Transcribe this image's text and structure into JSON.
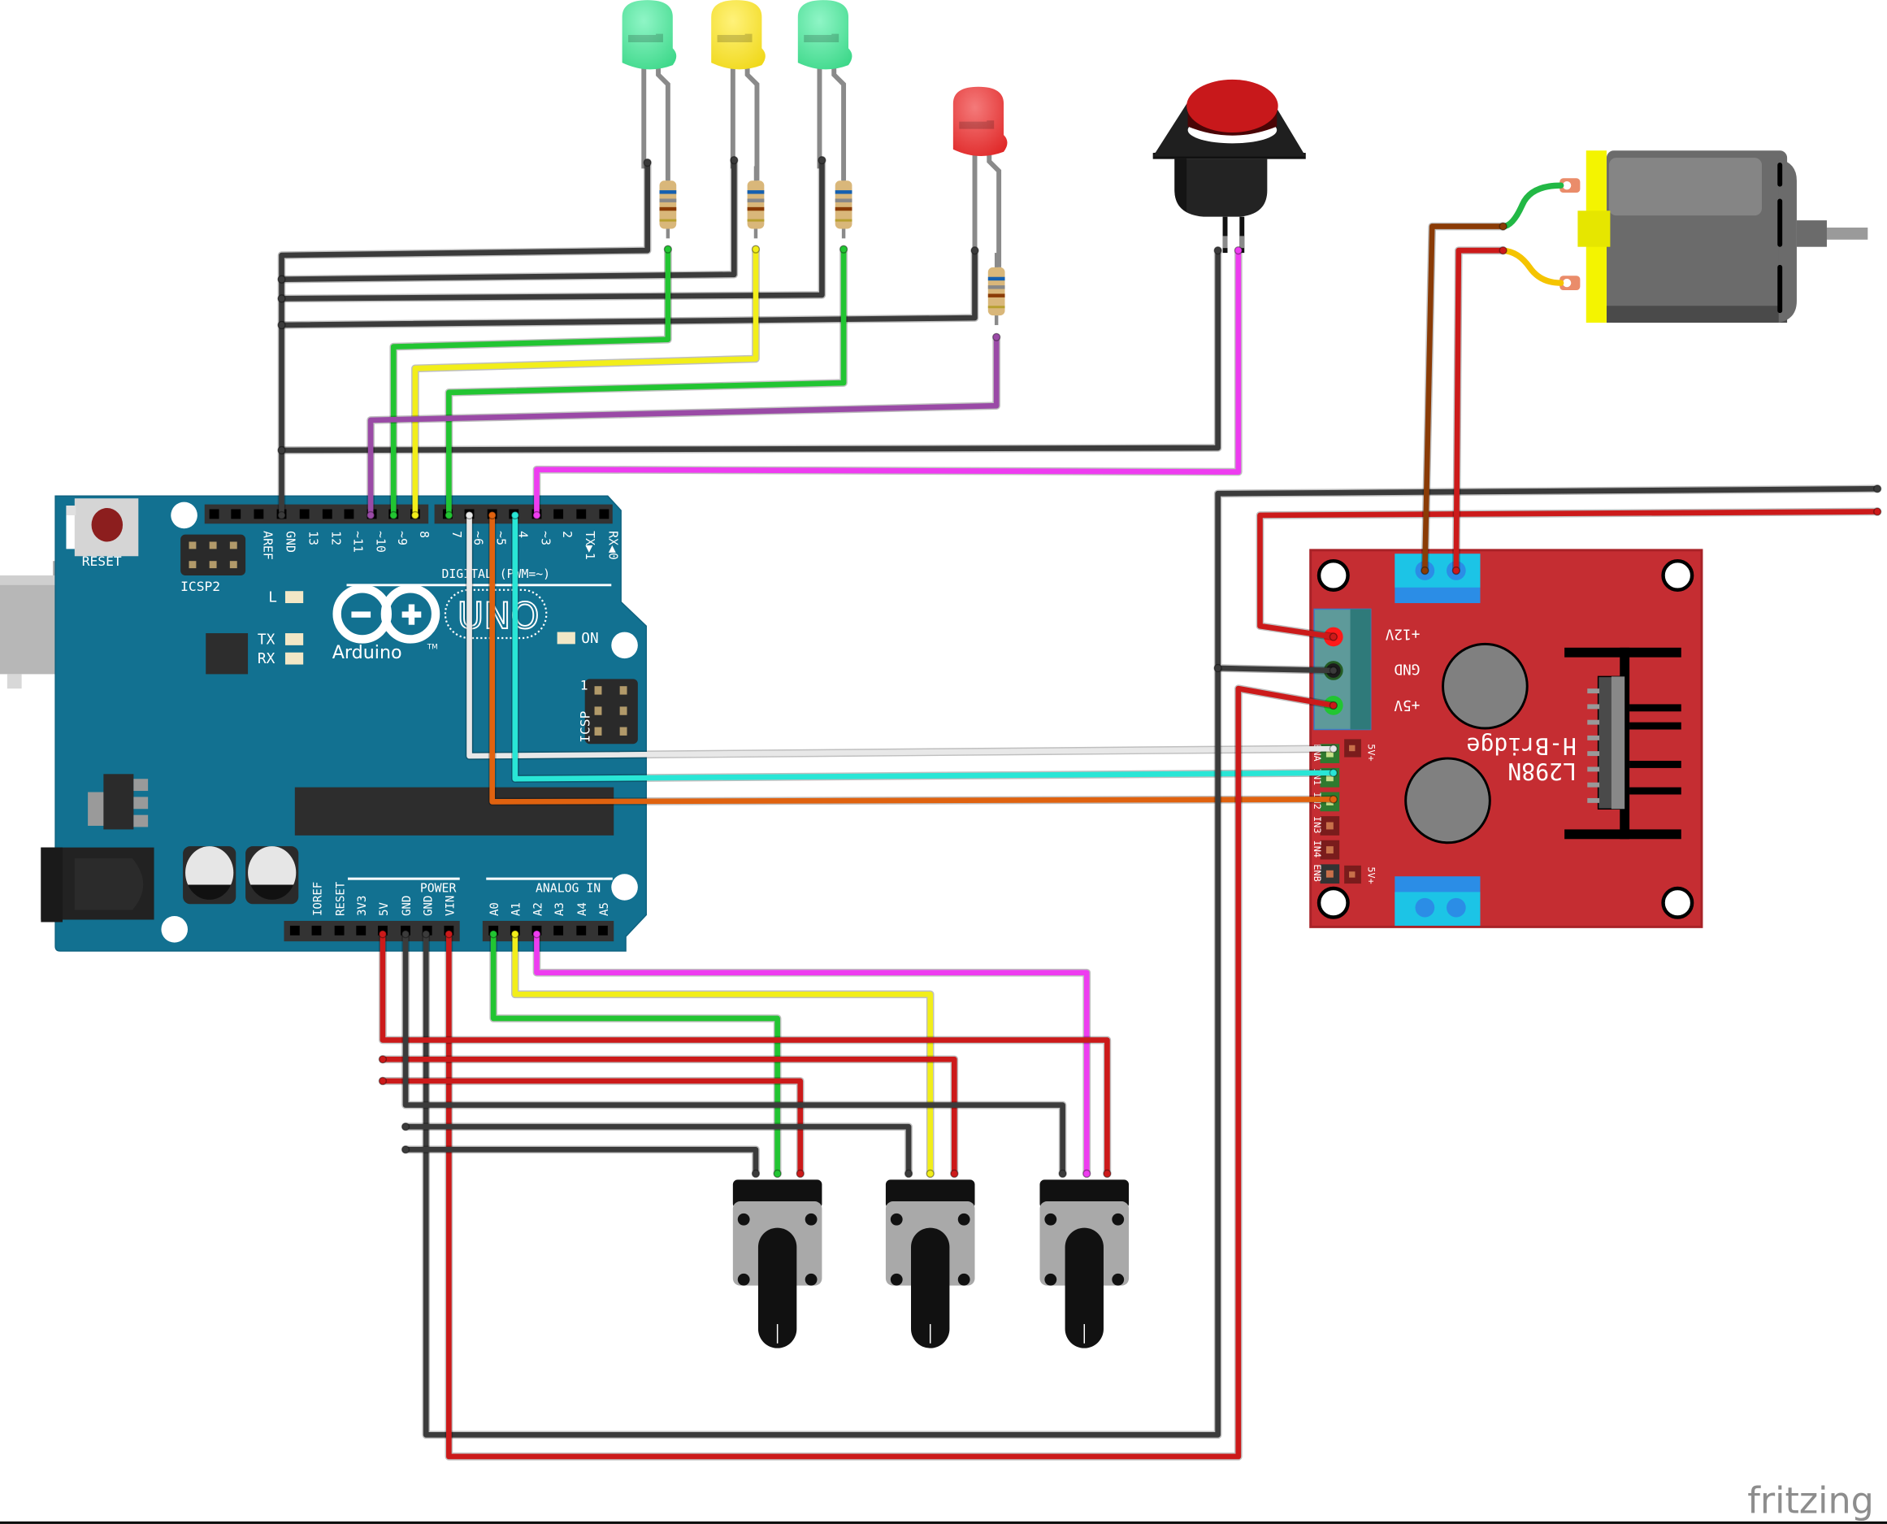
{
  "app": "Fritzing breadboard view",
  "branding": {
    "logo_text": "fritzing"
  },
  "arduino": {
    "name": "Arduino",
    "model": "UNO",
    "trademark": "TM",
    "reset_label": "RESET",
    "icsp2_label": "ICSP2",
    "icsp_label": "ICSP",
    "icsp_pin1": "1",
    "led_l": "L",
    "led_tx": "TX",
    "led_rx": "RX",
    "led_on": "ON",
    "digital_header_label": "DIGITAL (PWM=~)",
    "digital_pins": [
      "AREF",
      "GND",
      "13",
      "12",
      "~11",
      "~10",
      "~9",
      "8",
      "7",
      "~6",
      "~5",
      "4",
      "~3",
      "2",
      "TX▶1",
      "RX◀0"
    ],
    "power_header_label": "POWER",
    "power_pins": [
      "IOREF",
      "RESET",
      "3V3",
      "5V",
      "GND",
      "GND",
      "VIN"
    ],
    "analog_header_label": "ANALOG IN",
    "analog_pins": [
      "A0",
      "A1",
      "A2",
      "A3",
      "A4",
      "A5"
    ]
  },
  "hbridge": {
    "title": "H-Bridge",
    "model": "L298N",
    "power_labels": [
      "+12V",
      "GND",
      "+5V"
    ],
    "pin_labels": [
      "ENA",
      "IN1",
      "IN2",
      "IN3",
      "IN4",
      "ENB"
    ],
    "jumper_label": "5V+"
  },
  "components": {
    "leds": [
      {
        "color": "green",
        "hex": "#5de8a4"
      },
      {
        "color": "yellow",
        "hex": "#f8e23a"
      },
      {
        "color": "green",
        "hex": "#5de8a4"
      },
      {
        "color": "red",
        "hex": "#e83a3a"
      }
    ],
    "resistors": 4,
    "pushbutton": {
      "cap_color": "#c8181b"
    },
    "potentiometers": 3,
    "dc_motor": {
      "body": "#6b6b6b",
      "end_cap": "#f4f400"
    }
  },
  "wire_colors": {
    "black": "#3b3b3b",
    "red": "#cc1a1a",
    "green": "#22c532",
    "yellow": "#f2ee1a",
    "purple": "#9a4aa6",
    "magenta": "#ee3cf0",
    "white": "#e8e8e8",
    "cyan": "#29e6d6",
    "orange": "#e0620f",
    "brown": "#8a3b06"
  }
}
